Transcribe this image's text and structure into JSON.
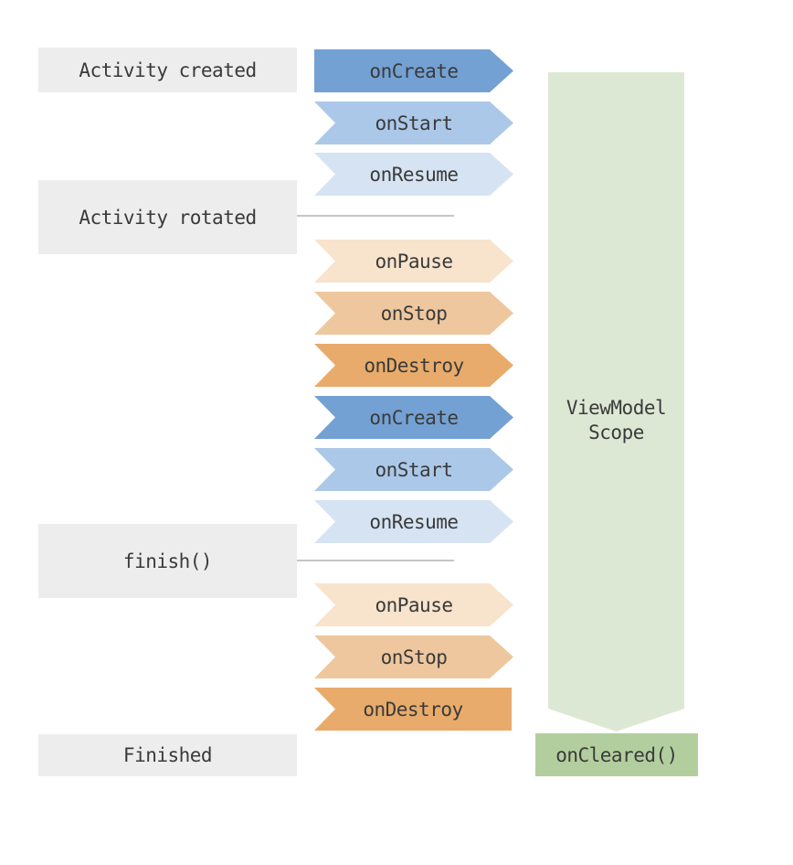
{
  "stages": [
    {
      "label": "Activity created"
    },
    {
      "label": "Activity rotated"
    },
    {
      "label": "finish()"
    },
    {
      "label": "Finished"
    }
  ],
  "events": [
    {
      "label": "onCreate",
      "color": "#74a1d4"
    },
    {
      "label": "onStart",
      "color": "#abc8e8"
    },
    {
      "label": "onResume",
      "color": "#d6e3f2"
    },
    {
      "label": "onPause",
      "color": "#f8e3cc"
    },
    {
      "label": "onStop",
      "color": "#eec79e"
    },
    {
      "label": "onDestroy",
      "color": "#e8ab6b"
    },
    {
      "label": "onCreate",
      "color": "#74a1d4"
    },
    {
      "label": "onStart",
      "color": "#abc8e8"
    },
    {
      "label": "onResume",
      "color": "#d6e3f2"
    },
    {
      "label": "onPause",
      "color": "#f8e3cc"
    },
    {
      "label": "onStop",
      "color": "#eec79e"
    },
    {
      "label": "onDestroy",
      "color": "#e8ab6b"
    }
  ],
  "viewmodel": {
    "scope_line1": "ViewModel",
    "scope_line2": "Scope",
    "cleared_label": "onCleared()",
    "scope_color": "#dce8d4",
    "cleared_color": "#b2ce9e"
  },
  "colors": {
    "stage_bg": "#ededed",
    "divider": "#c6c6c6",
    "text": "#3a3a3a"
  }
}
